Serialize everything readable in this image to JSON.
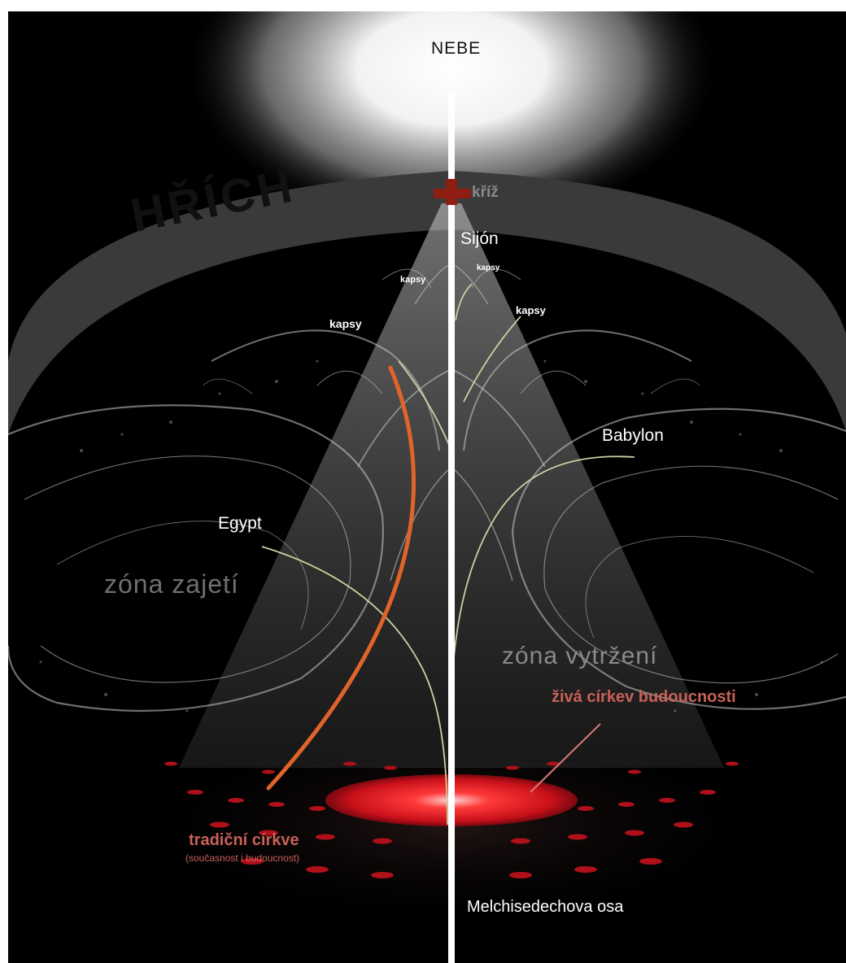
{
  "labels": {
    "nebe": "NEBE",
    "hrich": "HŘÍCH",
    "kriz": "kříž",
    "sijon": "Sijón",
    "kapsy_1": "kapsy",
    "kapsy_2": "kapsy",
    "kapsy_3": "kapsy",
    "kapsy_4": "kapsy",
    "babylon": "Babylon",
    "egypt": "Egypt",
    "zona_zajeti": "zóna zajetí",
    "zona_vytrzeni": "zóna vytržení",
    "ziva_cirkev": "živá církev budoucnosti",
    "tradicni_cirkve": "tradiční církve",
    "tradicni_cirkve_sub": "(současnost i budoucnost)",
    "melchisedechova_osa": "Melchisedechova osa"
  },
  "colors": {
    "background": "#000000",
    "heaven_glow": "#ffffff",
    "sin_band": "#3a3a3a",
    "cross": "#8e1e14",
    "church_red": "#e0121f",
    "label_red": "#c9605a",
    "arrow_orange": "#e0642a",
    "connector_green": "#c8d2a0",
    "zone_gray": "#6f6f6f"
  },
  "icons": {
    "cross": "cross-icon"
  }
}
